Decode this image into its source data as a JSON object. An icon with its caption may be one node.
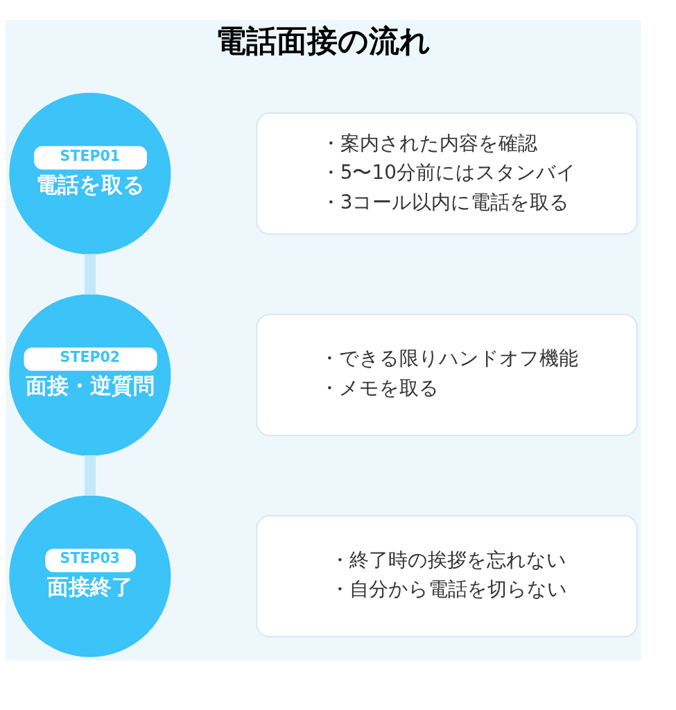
{
  "diagram": {
    "title": "電話面接の流れ",
    "nodes": [
      {
        "text": [
          "STEP01",
          "電話を取る"
        ]
      },
      {
        "text": [
          "・案内された内容を確認",
          "・5〜10分前にはスタンバイ",
          "・3コール以内に電話を取る"
        ]
      },
      {
        "text": [
          "STEP02",
          "面接・逆質問"
        ]
      },
      {
        "text": [
          "・できる限りハンドオフ機能",
          "・メモを取る"
        ]
      },
      {
        "text": [
          "STEP03",
          "面接終了"
        ]
      },
      {
        "text": [
          "・終了時の挨拶を忘れない",
          "・自分から電話を切らない"
        ]
      }
    ],
    "edges": [
      {
        "from": 0,
        "to": 2,
        "arrow": "none"
      },
      {
        "from": 2,
        "to": 4,
        "arrow": "none"
      }
    ]
  }
}
